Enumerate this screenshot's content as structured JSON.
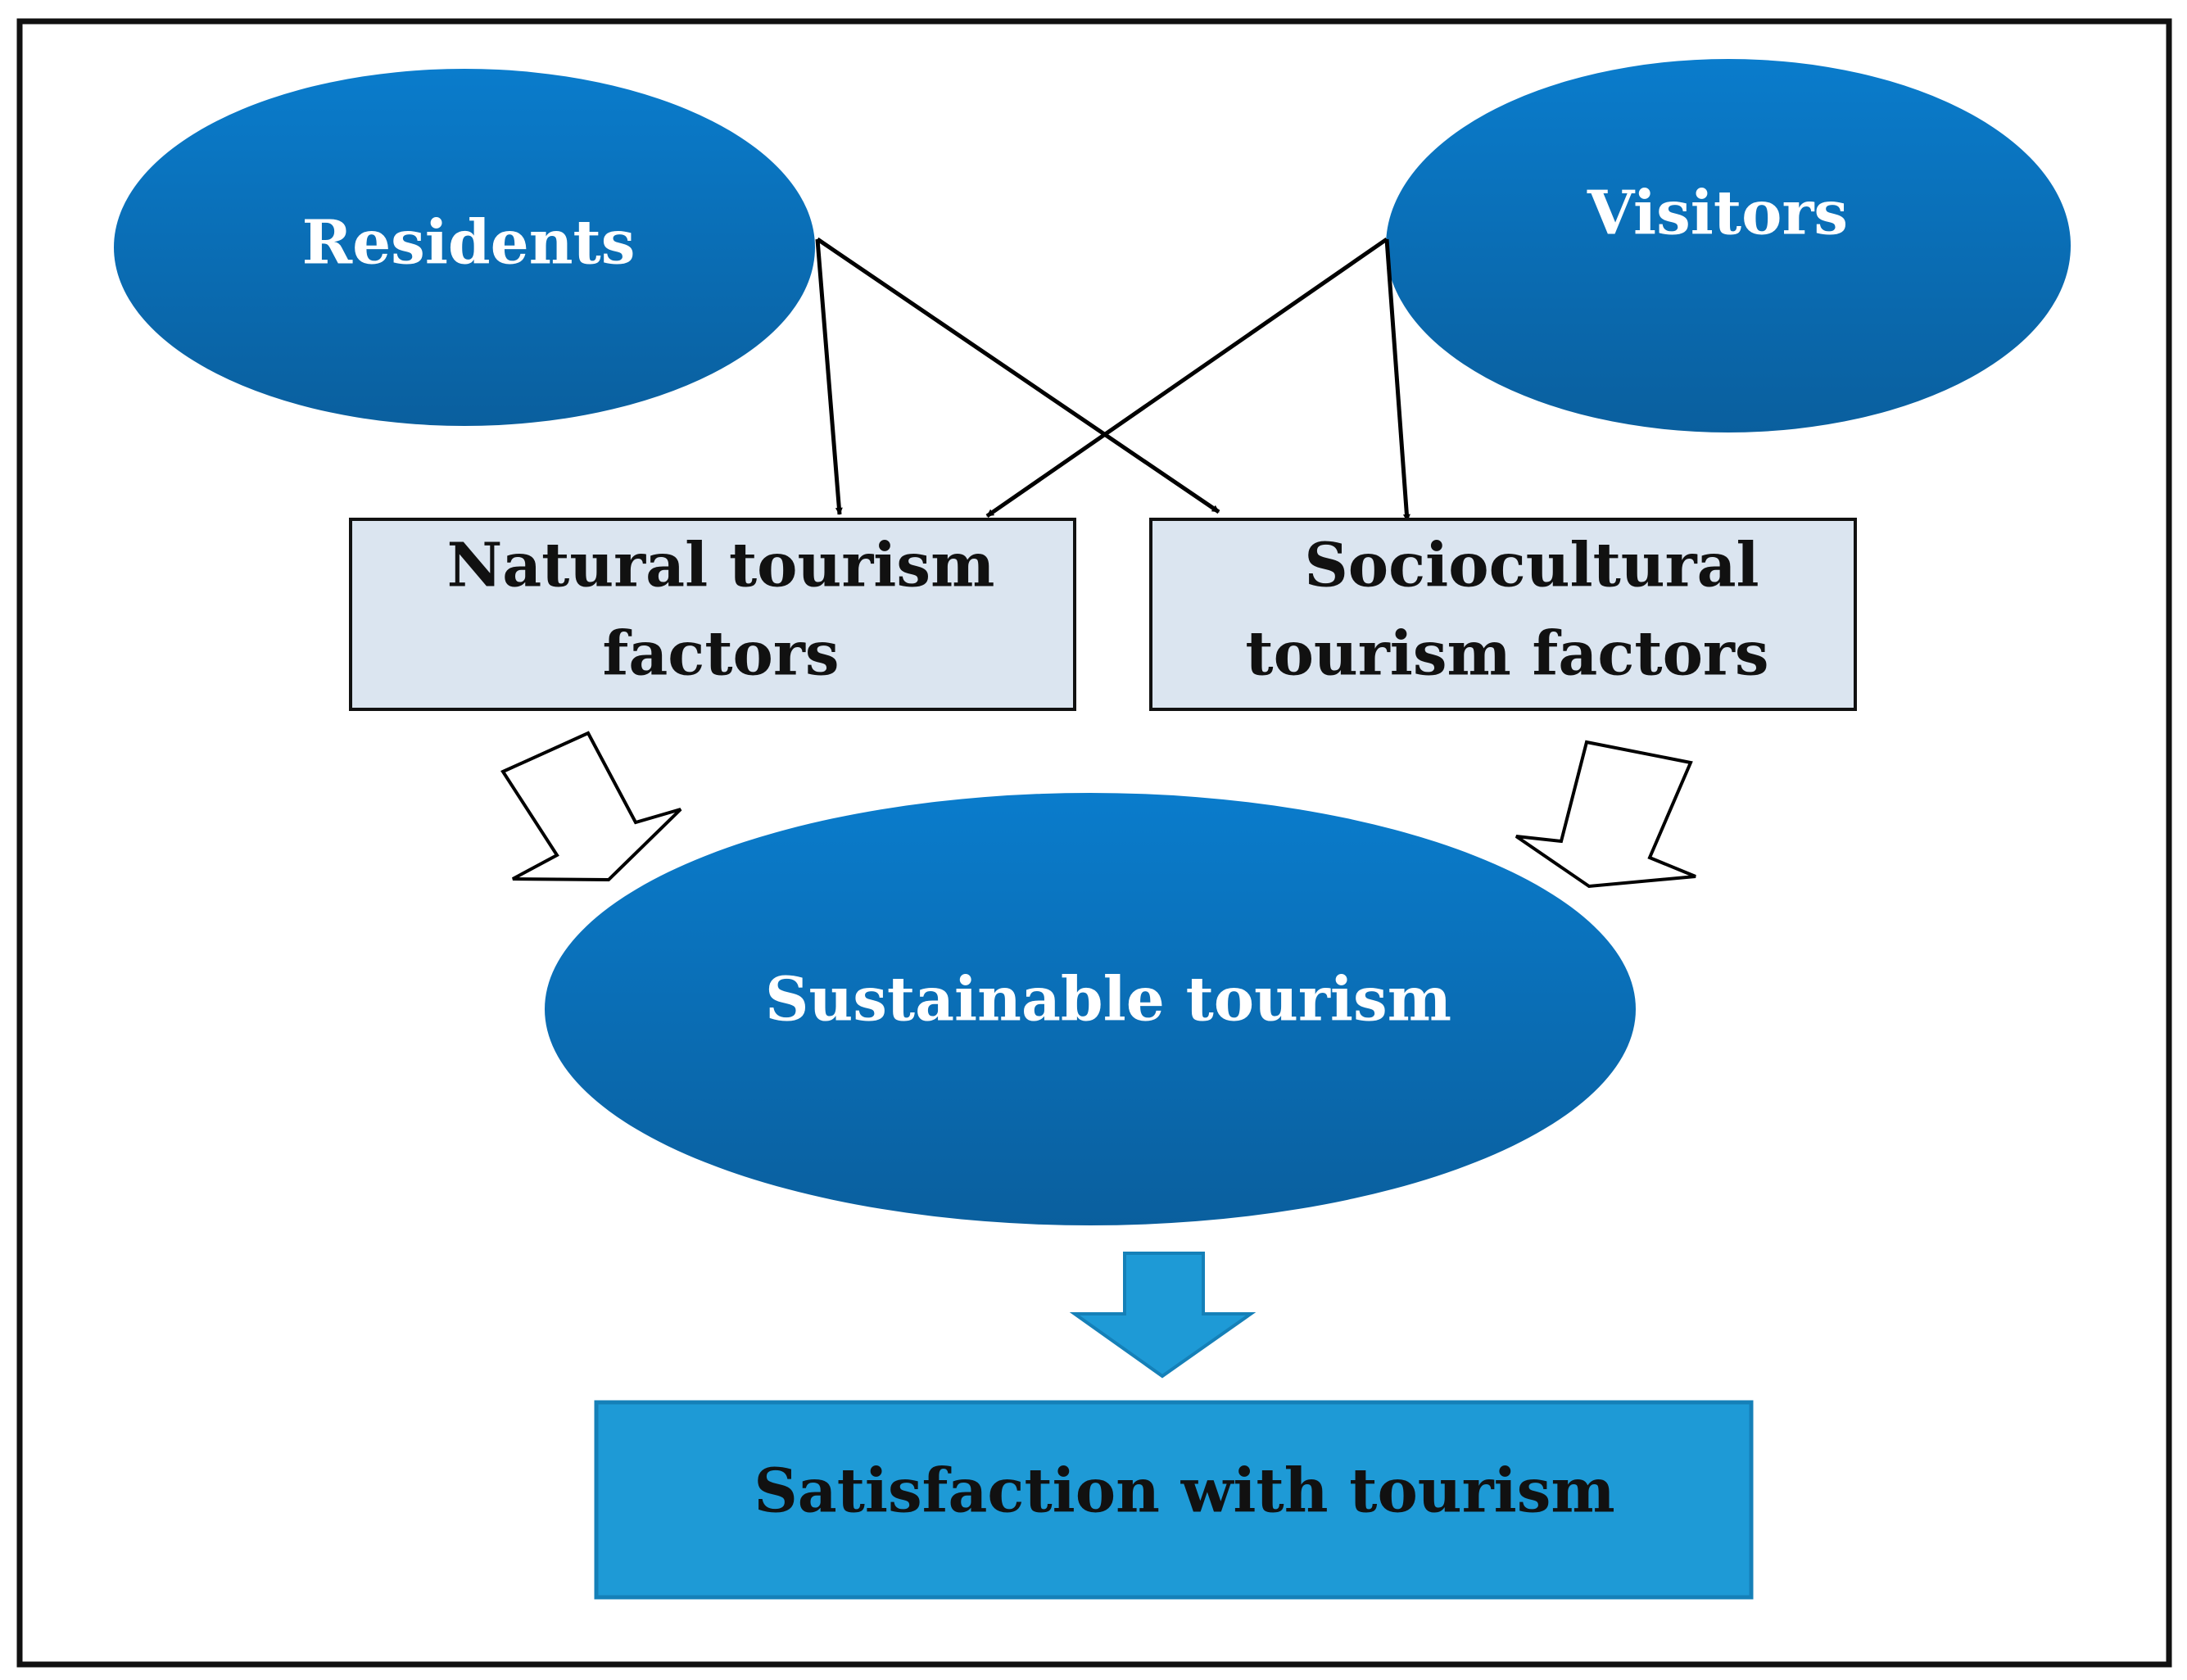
{
  "diagram": {
    "nodes": {
      "residents": {
        "label": "Residents"
      },
      "visitors": {
        "label": "Visitors"
      },
      "natural": {
        "line1": "Natural tourism",
        "line2": "factors"
      },
      "sociocultural": {
        "line1": "Sociocultural",
        "line2": "tourism factors"
      },
      "sustainable": {
        "label": "Sustainable tourism"
      },
      "satisfaction": {
        "label": "Satisfaction with tourism"
      }
    },
    "colors": {
      "ellipse_top": "#0a7ccc",
      "ellipse_bottom": "#0a5f9e",
      "ellipse_text": "#ffffff",
      "factor_box_fill": "#dbe5f0",
      "factor_box_stroke": "#111111",
      "satisfaction_fill": "#1e9ad6",
      "satisfaction_stroke": "#1580b8",
      "down_arrow_fill": "#1e9ad6",
      "outline_arrow_fill": "#ffffff",
      "connector": "#000000",
      "frame": "#111111",
      "text_dark": "#111111"
    }
  }
}
